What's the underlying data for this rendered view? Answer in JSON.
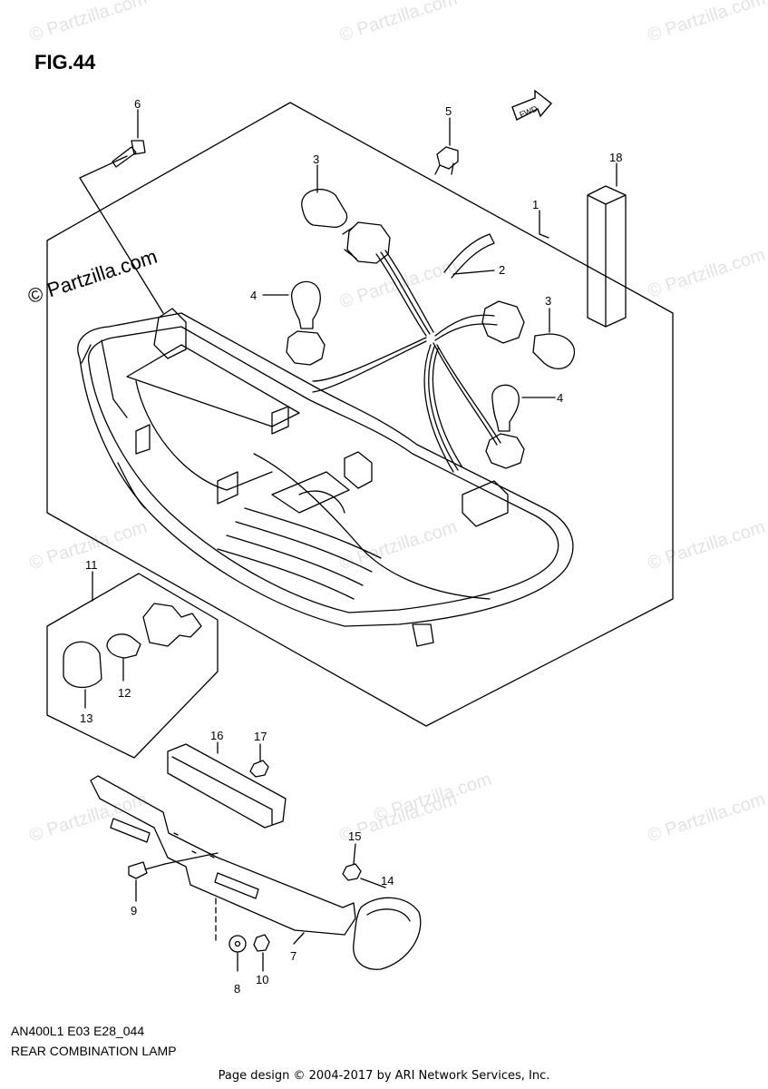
{
  "figure": {
    "title": "FIG.44"
  },
  "watermark": {
    "text": "© Partzilla.com",
    "brand_text": "© Partzilla.com"
  },
  "orientation_badge": {
    "text": "FWD"
  },
  "callouts": [
    {
      "id": "1",
      "text": "1"
    },
    {
      "id": "2",
      "text": "2"
    },
    {
      "id": "3a",
      "text": "3"
    },
    {
      "id": "3b",
      "text": "3"
    },
    {
      "id": "4a",
      "text": "4"
    },
    {
      "id": "4b",
      "text": "4"
    },
    {
      "id": "5",
      "text": "5"
    },
    {
      "id": "6",
      "text": "6"
    },
    {
      "id": "7",
      "text": "7"
    },
    {
      "id": "8",
      "text": "8"
    },
    {
      "id": "9",
      "text": "9"
    },
    {
      "id": "10",
      "text": "10"
    },
    {
      "id": "11",
      "text": "11"
    },
    {
      "id": "12",
      "text": "12"
    },
    {
      "id": "13",
      "text": "13"
    },
    {
      "id": "14",
      "text": "14"
    },
    {
      "id": "15",
      "text": "15"
    },
    {
      "id": "16",
      "text": "16"
    },
    {
      "id": "17",
      "text": "17"
    },
    {
      "id": "18",
      "text": "18"
    }
  ],
  "footer": {
    "model_code": "AN400L1 E03 E28_044",
    "part_name": "REAR COMBINATION LAMP",
    "credit": "Page design © 2004-2017 by ARI Network Services, Inc."
  },
  "colors": {
    "line": "#000000",
    "watermark": "#e3e3e3",
    "background": "#ffffff"
  }
}
